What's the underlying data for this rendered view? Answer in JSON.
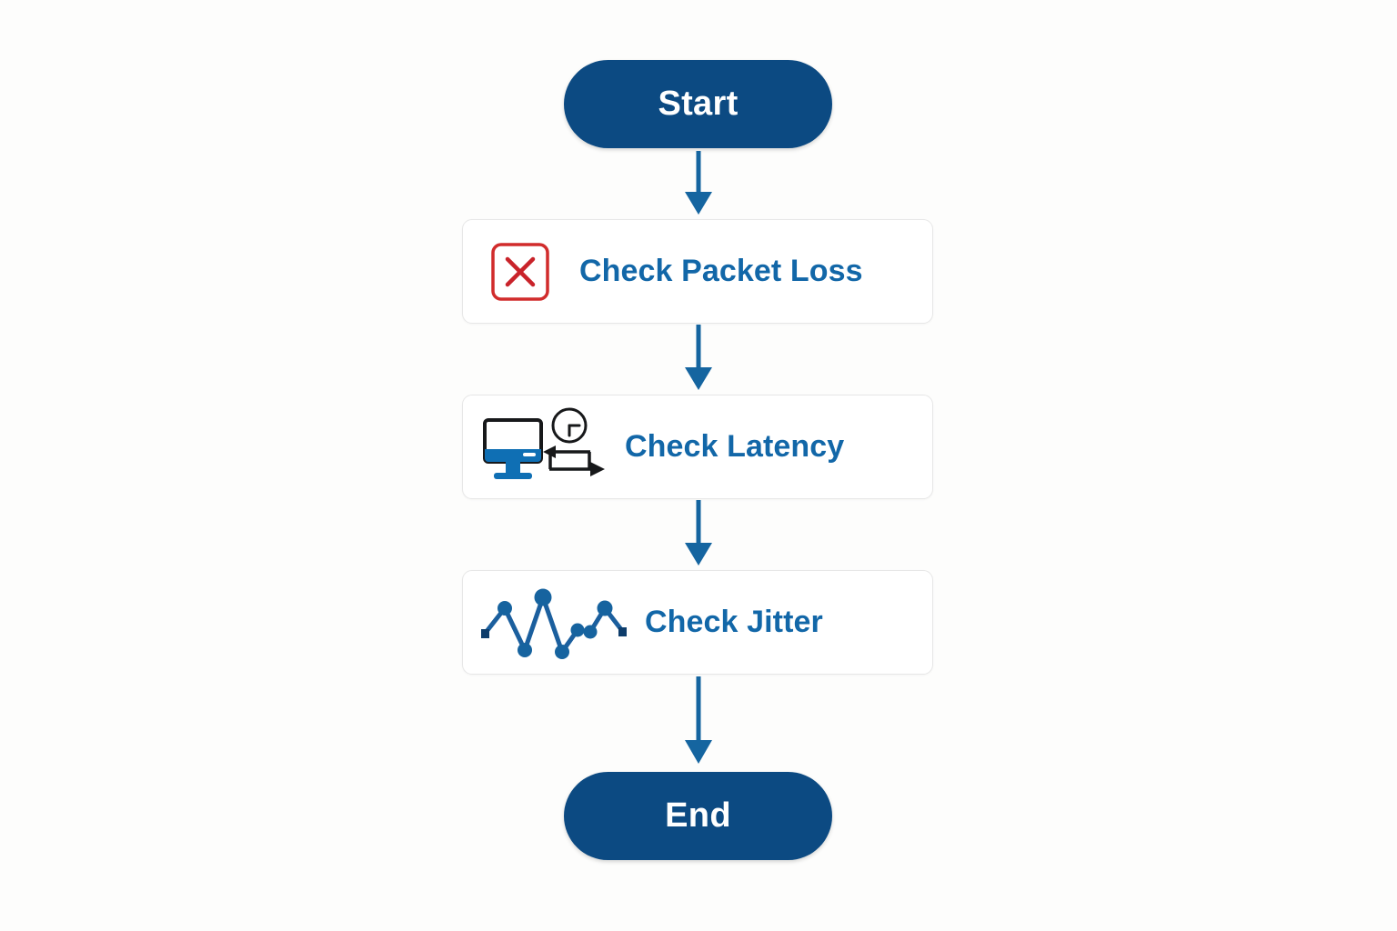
{
  "diagram": {
    "type": "flowchart",
    "orientation": "vertical",
    "background_color": "#fdfdfc",
    "accent_blue": "#1267a8",
    "terminator_color": "#0c4a82",
    "arrow_color": "#1565a0",
    "error_red": "#d12c2c",
    "box_border_color": "#e7e7e7",
    "nodes": [
      {
        "id": "start",
        "shape": "pill",
        "label": "Start",
        "icon": null
      },
      {
        "id": "packet-loss",
        "shape": "rounded-rect",
        "label": "Check Packet Loss",
        "icon": "red-x-square-icon"
      },
      {
        "id": "latency",
        "shape": "rounded-rect",
        "label": "Check Latency",
        "icon": "monitor-clock-roundtrip-icon"
      },
      {
        "id": "jitter",
        "shape": "rounded-rect",
        "label": "Check Jitter",
        "icon": "zigzag-line-chart-icon"
      },
      {
        "id": "end",
        "shape": "pill",
        "label": "End",
        "icon": null
      }
    ],
    "connectors": [
      {
        "id": "connector-1",
        "from": "start",
        "to": "packet-loss",
        "arrow": "down"
      },
      {
        "id": "connector-2",
        "from": "packet-loss",
        "to": "latency",
        "arrow": "down"
      },
      {
        "id": "connector-3",
        "from": "latency",
        "to": "jitter",
        "arrow": "down"
      },
      {
        "id": "connector-4",
        "from": "jitter",
        "to": "end",
        "arrow": "down"
      }
    ]
  }
}
